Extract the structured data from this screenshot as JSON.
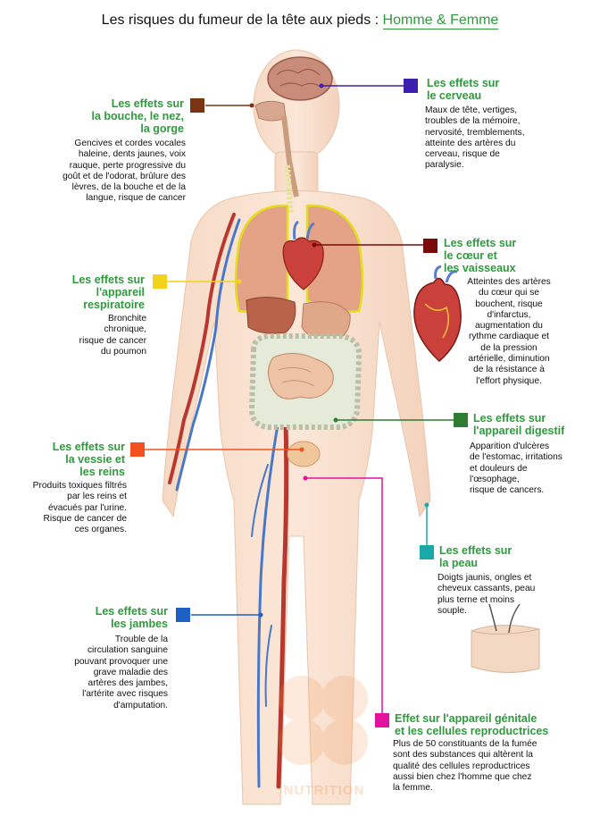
{
  "title": {
    "prefix": "Les risques du fumeur de la tête aux pieds : ",
    "highlight": "Homme & Femme"
  },
  "watermark": {
    "brand": "NUTRITION"
  },
  "colors": {
    "green_heading": "#2e9a3c",
    "cerveau": "#3d1fb0",
    "bouche": "#7a3412",
    "coeur": "#7a0a0a",
    "respiratoire": "#f2d21a",
    "digestif": "#2e7d32",
    "vessie": "#f4511e",
    "peau": "#1ba8a8",
    "jambes": "#1e5fc4",
    "genital": "#e4119f"
  },
  "sections": {
    "cerveau": {
      "heading": [
        "Les effets sur",
        "le cerveau"
      ],
      "text": [
        "Maux de tête, vertiges,",
        "troubles de la mémoire,",
        "nervosité, tremblements,",
        "atteinte des artères du",
        "cerveau, risque de",
        "paralysie."
      ]
    },
    "bouche": {
      "heading": [
        "Les effets sur",
        "la bouche, le nez,",
        "la gorge"
      ],
      "text": [
        "Gencives et cordes vocales",
        "haleine, dents jaunes, voix",
        "rauque, perte progressive du",
        "goût et de l'odorat, brûlure des",
        "lèvres, de la bouche et de la",
        "langue, risque de cancer"
      ]
    },
    "coeur": {
      "heading": [
        "Les effets sur",
        "le cœur et",
        "les vaisseaux"
      ],
      "text": [
        "Atteintes des artères",
        "du cœur qui se",
        "bouchent, risque",
        "d'infarctus,",
        "augmentation du",
        "rythme cardiaque et",
        "de la pression",
        "artérielle, diminution",
        "de la résistance à",
        "l'effort physique."
      ]
    },
    "respiratoire": {
      "heading": [
        "Les effets sur",
        "l'appareil",
        "respiratoire"
      ],
      "text": [
        "Bronchite",
        "chronique,",
        "risque de cancer",
        "du poumon"
      ]
    },
    "digestif": {
      "heading": [
        "Les effets sur",
        "l'appareil digestif"
      ],
      "text": [
        "Apparition d'ulcères",
        "de l'estomac, irritations",
        "et douleurs de",
        "l'œsophage,",
        "risque de cancers."
      ]
    },
    "vessie": {
      "heading": [
        "Les effets sur",
        "la vessie et",
        "les reins"
      ],
      "text": [
        "Produits toxiques filtrés",
        "par les reins et",
        "évacués par l'urine.",
        "Risque de cancer de",
        "ces organes."
      ]
    },
    "peau": {
      "heading": [
        "Les effets sur",
        "la peau"
      ],
      "text": [
        "Doigts jaunis, ongles et",
        "cheveux cassants, peau",
        "plus terne et moins",
        "souple."
      ]
    },
    "jambes": {
      "heading": [
        "Les effets sur",
        "les jambes"
      ],
      "text": [
        "Trouble de la",
        "circulation sanguine",
        "pouvant provoquer une",
        "grave maladie des",
        "artères des jambes,",
        "l'artérite avec risques",
        "d'amputation."
      ]
    },
    "genital": {
      "heading": [
        "Effet sur l'appareil génitale",
        "et les cellules reproductrices"
      ],
      "text": [
        "Plus de 50 constituants de la fumée",
        "sont des substances qui altèrent la",
        "qualité des cellules reproductrices",
        "aussi bien chez l'homme que chez",
        "la femme."
      ]
    }
  }
}
